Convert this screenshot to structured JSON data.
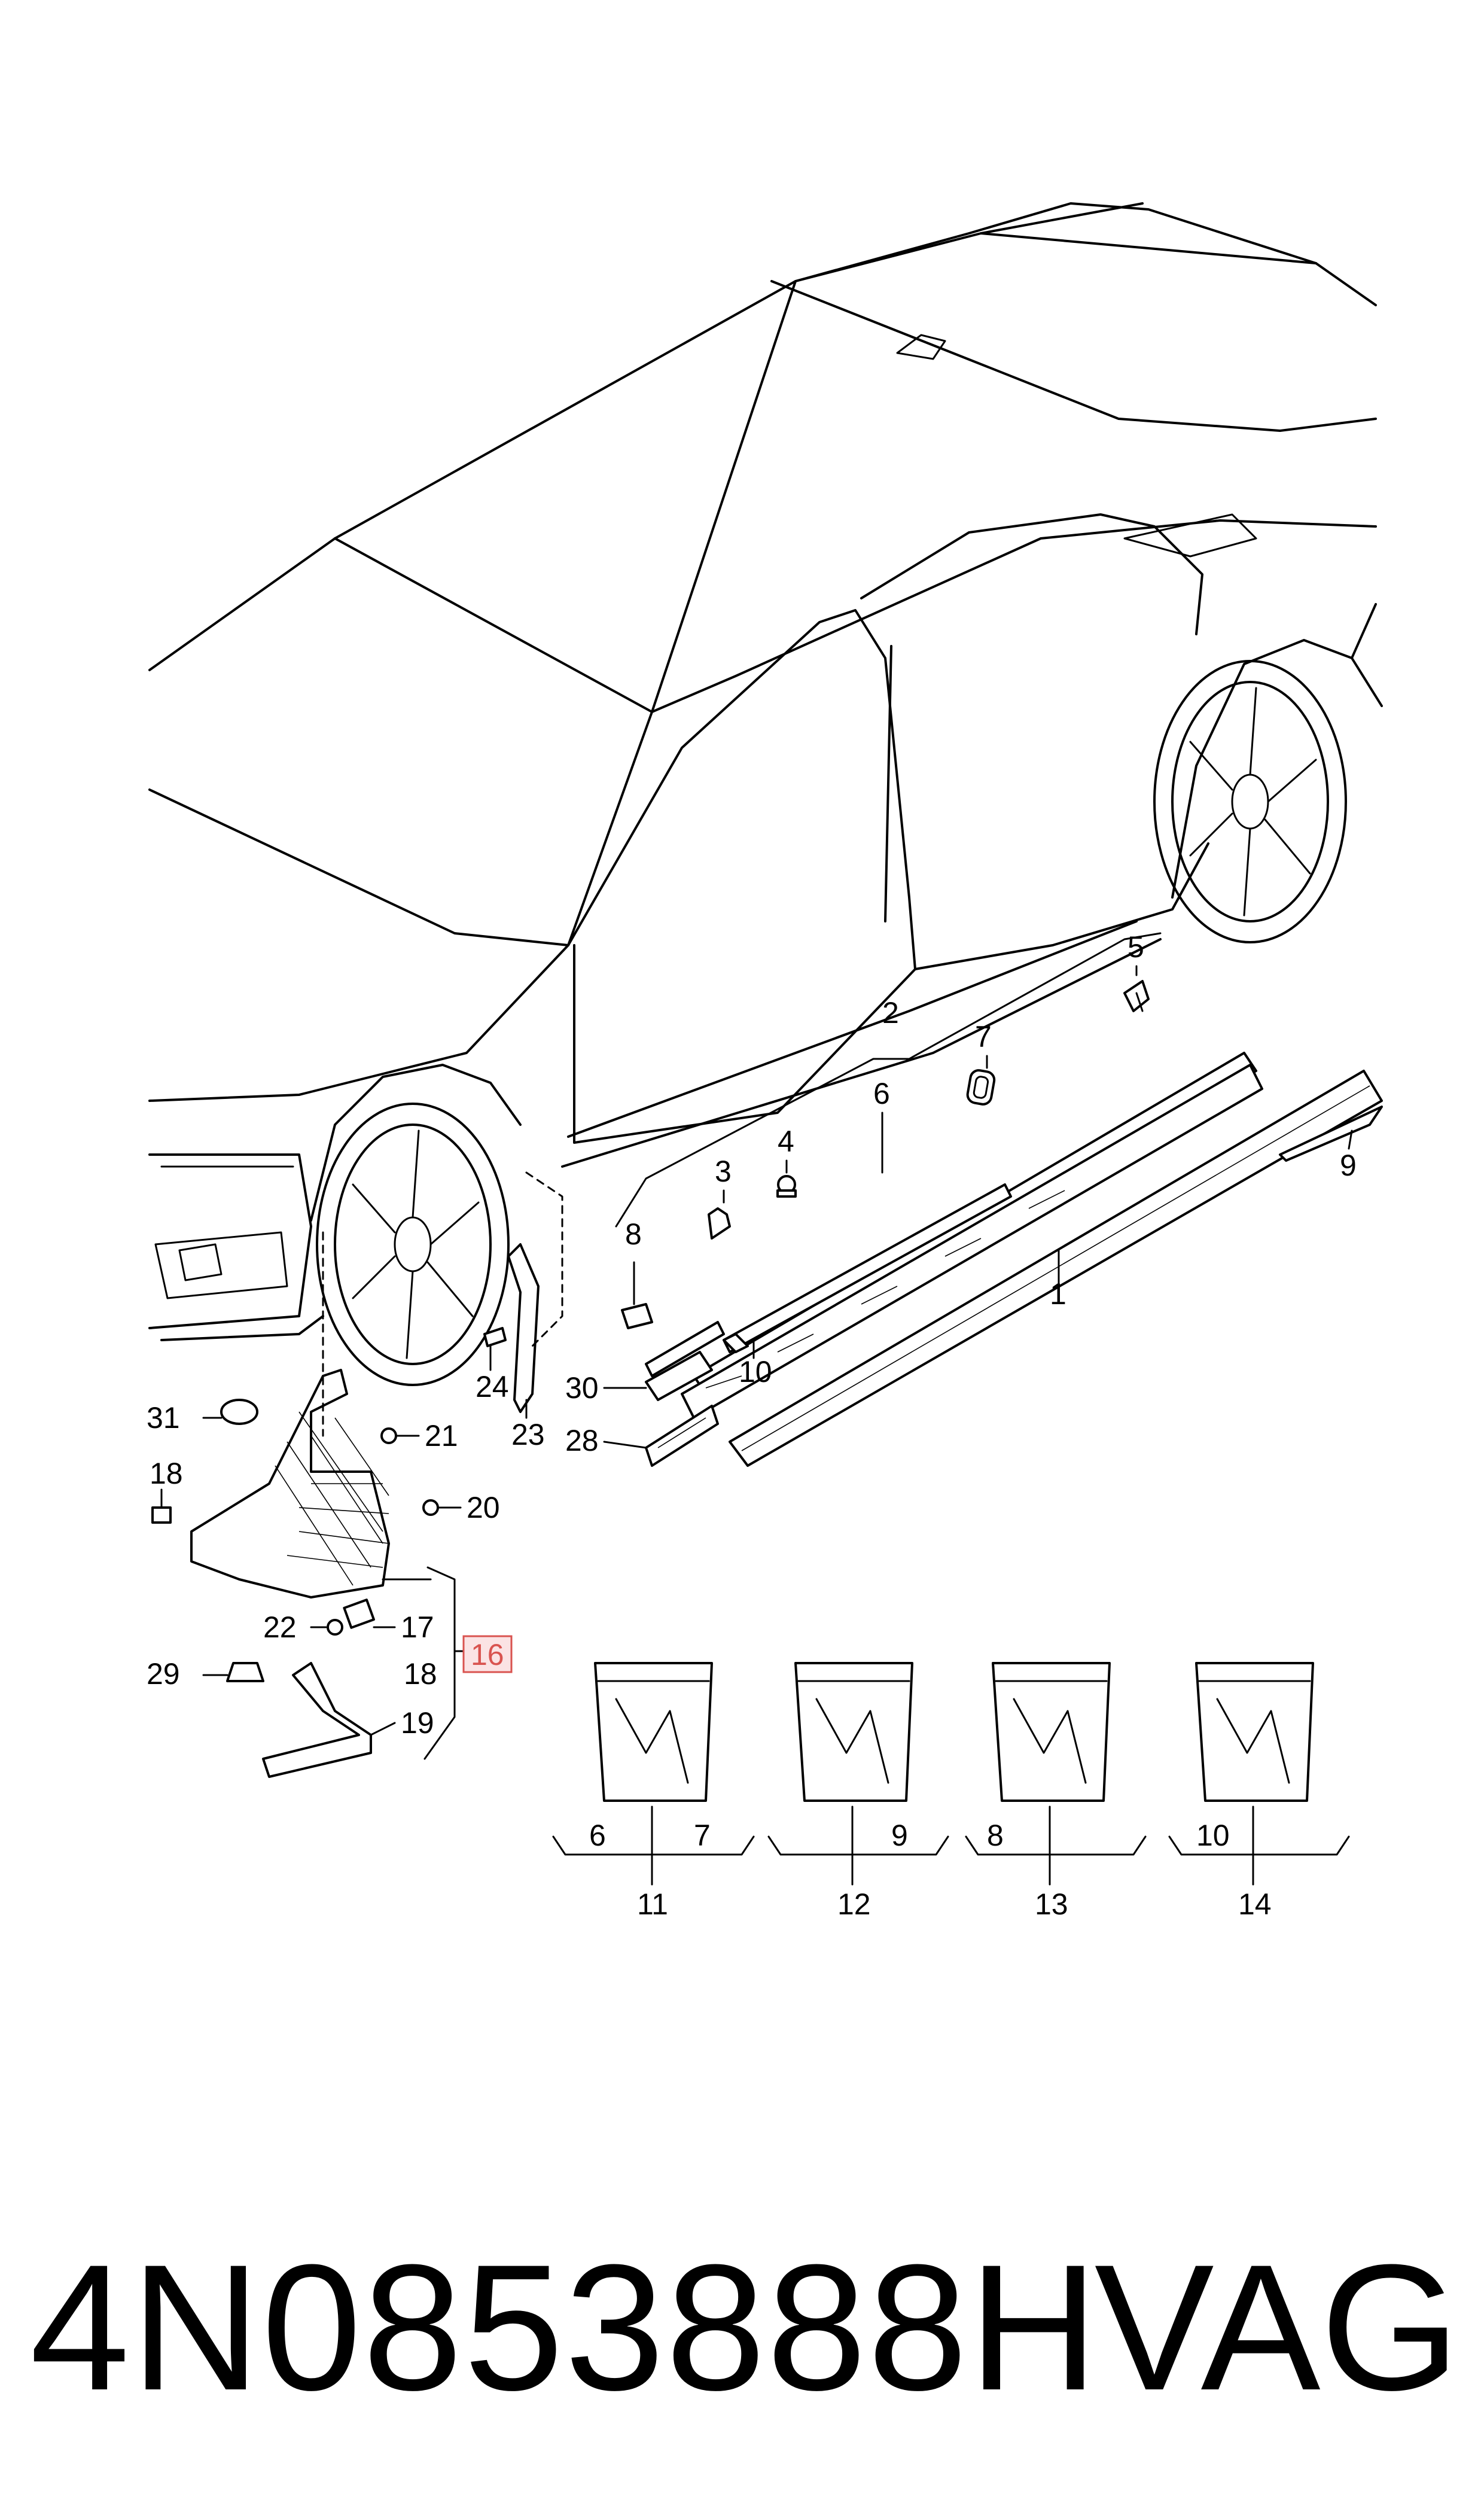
{
  "diagram": {
    "callouts": {
      "c1": "1",
      "c2": "2",
      "c3": "3",
      "c4": "4",
      "c5": "5",
      "c6": "6",
      "c7": "7",
      "c8": "8",
      "c9": "9",
      "c10": "10",
      "c16": "16",
      "c17": "17",
      "c18a": "18",
      "c18b": "18",
      "c19": "19",
      "c20": "20",
      "c21": "21",
      "c22": "22",
      "c23": "23",
      "c24": "24",
      "c28": "28",
      "c29": "29",
      "c30": "30",
      "c31": "31"
    },
    "highlighted_callout": "16",
    "highlight_color": "#d9534f",
    "kits": [
      {
        "label": "11",
        "items": [
          "6",
          "7"
        ]
      },
      {
        "label": "12",
        "items": [
          "9"
        ]
      },
      {
        "label": "13",
        "items": [
          "8"
        ]
      },
      {
        "label": "14",
        "items": [
          "10"
        ]
      }
    ]
  },
  "footer": {
    "part_number": "4N0853888H",
    "brand": "VAG"
  }
}
